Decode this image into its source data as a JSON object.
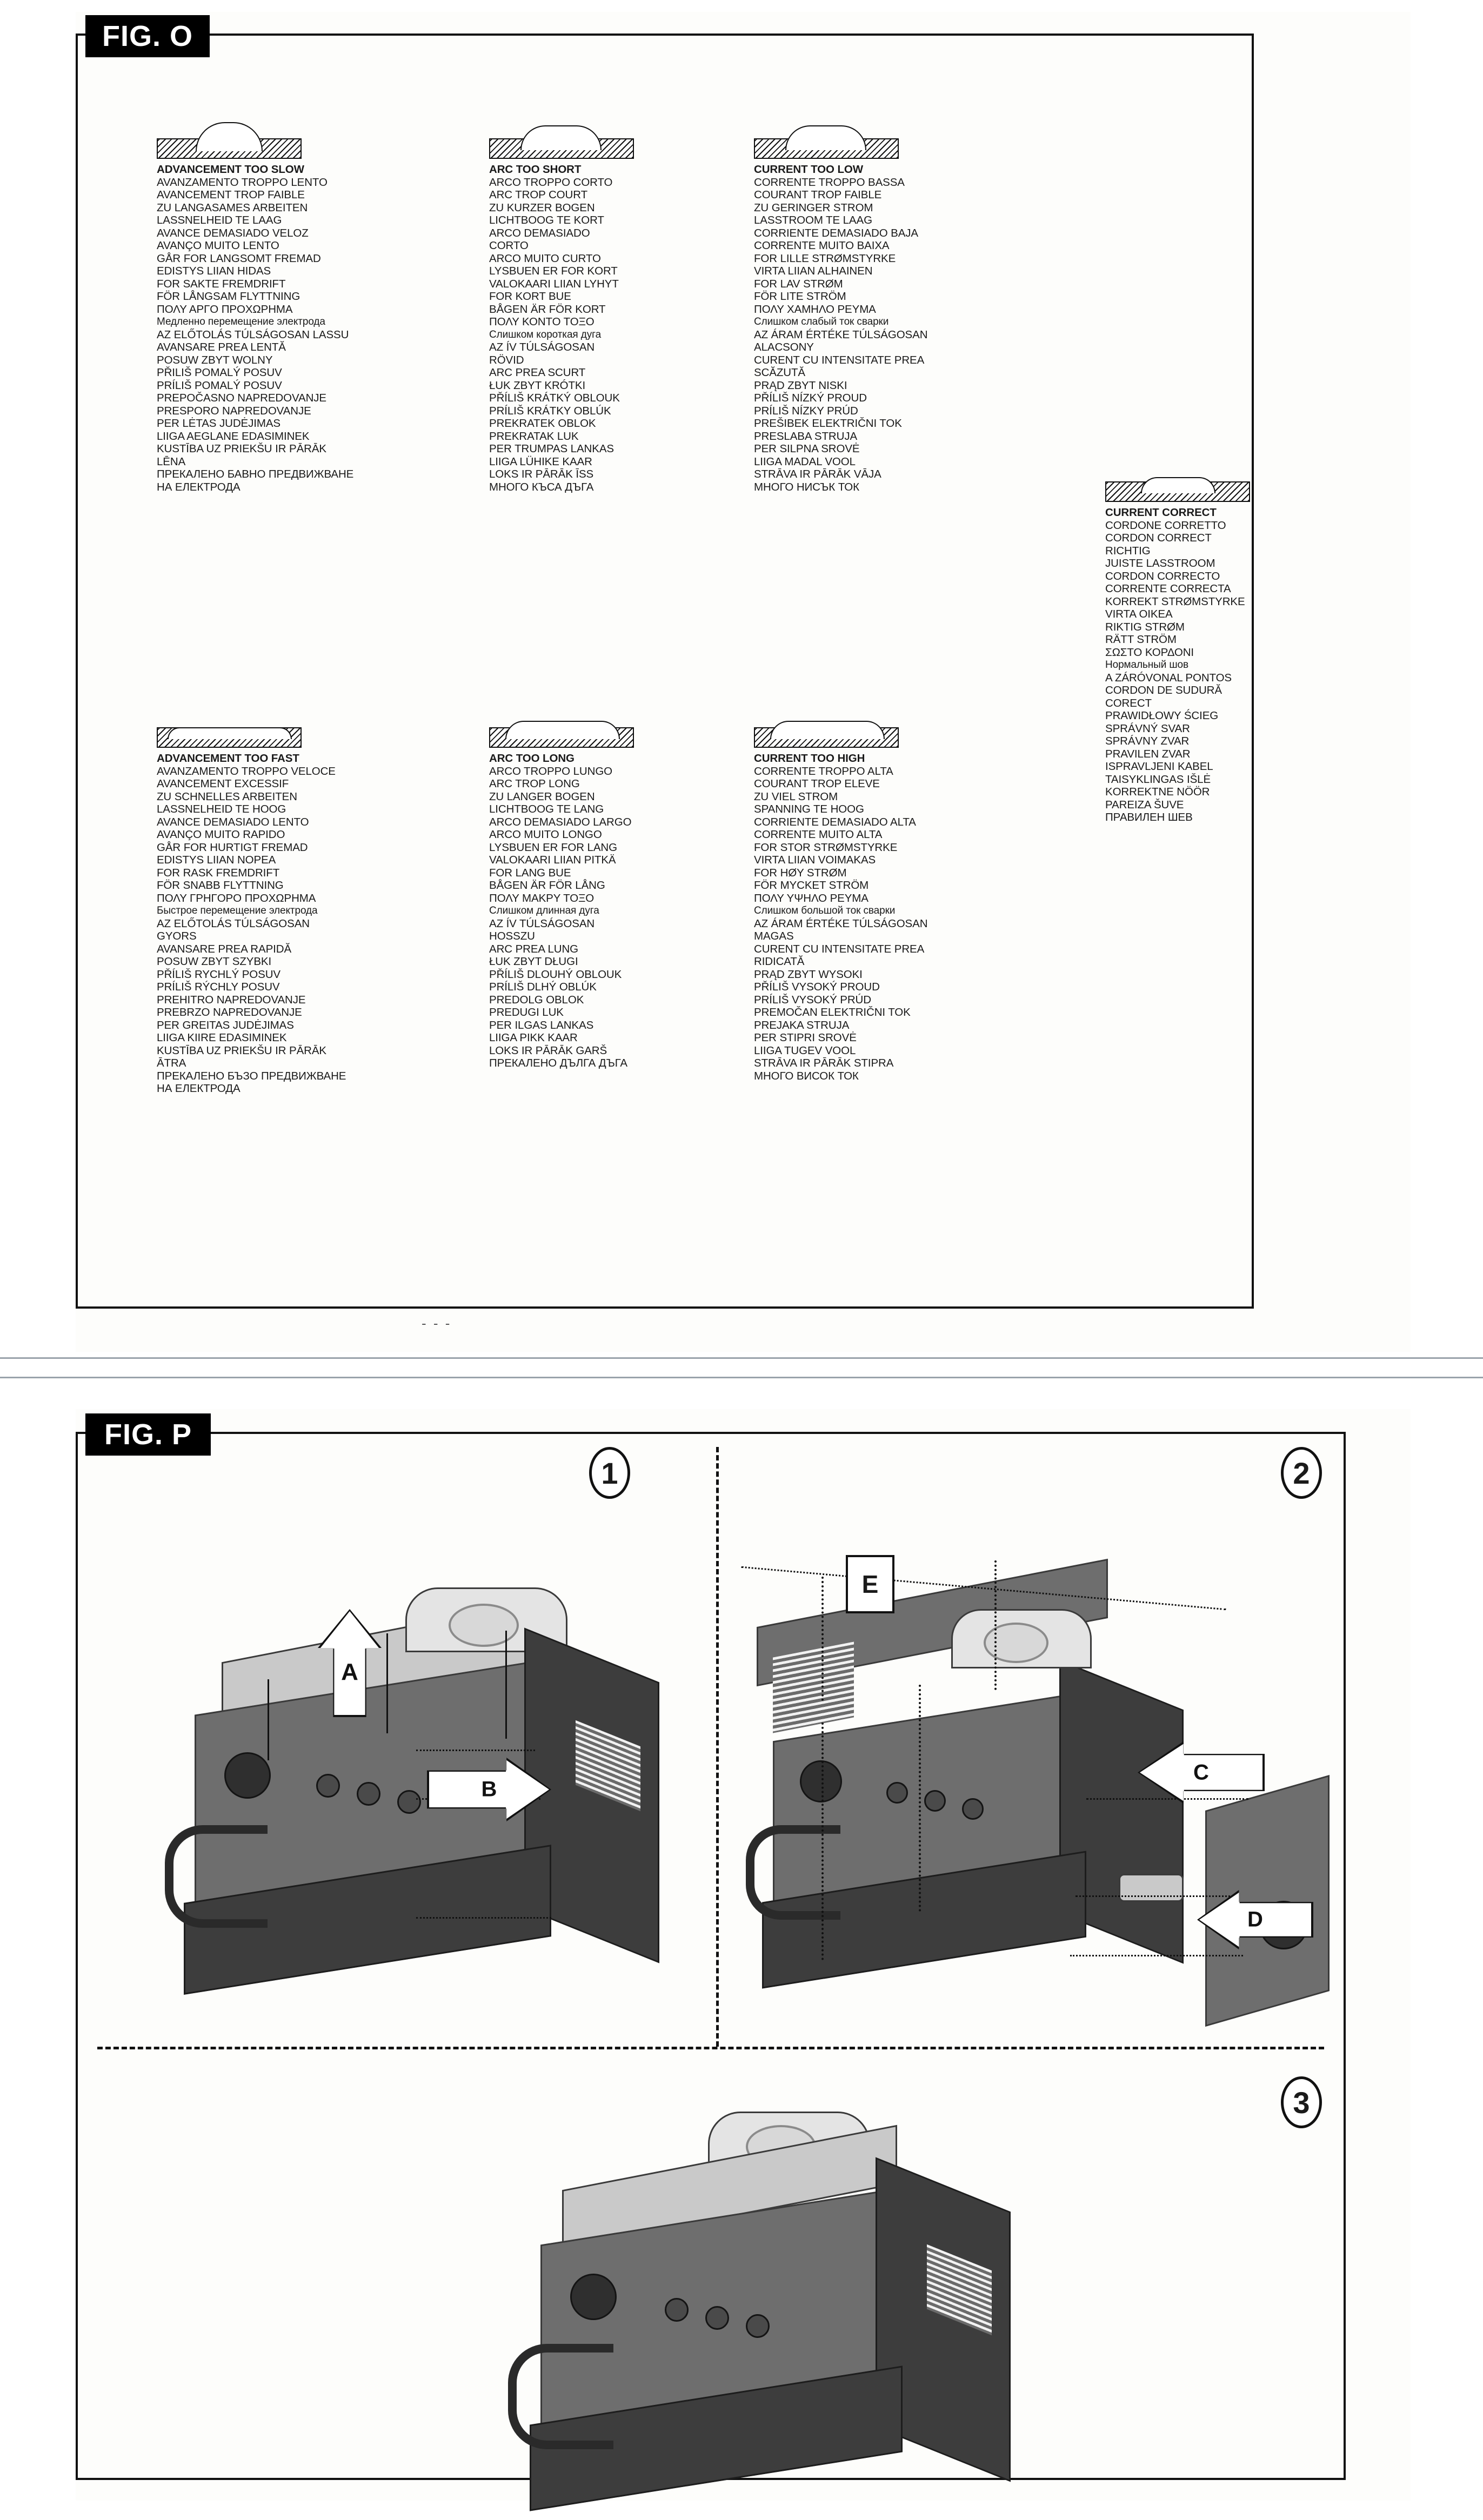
{
  "figure_o": {
    "tag": "FIG. O",
    "columns": [
      {
        "id": "advancement-too-slow",
        "icon": "weld-bead-narrow-high",
        "lines": [
          "ADVANCEMENT TOO SLOW",
          "AVANZAMENTO TROPPO LENTO",
          "AVANCEMENT TROP FAIBLE",
          "ZU LANGASAMES ARBEITEN",
          "LASSNELHEID TE LAAG",
          "AVANCE DEMASIADO VELOZ",
          "AVANÇO MUITO LENTO",
          "GÅR FOR LANGSOMT FREMAD",
          "EDISTYS LIIAN HIDAS",
          "FOR SAKTE FREMDRIFT",
          "FÖR LÅNGSAM FLYTTNING",
          "ΠΟΛΥ ΑΡΓΟ ΠΡΟΧΩΡΗΜΑ",
          "Медленно перемещение электрода",
          "AZ ELŐTOLÁS TÚLSÁGOSAN LASSU",
          "AVANSARE PREA LENTĂ",
          "POSUW ZBYT WOLNY",
          "PŘILIŠ POMALÝ POSUV",
          "PRÍLIŠ POMALÝ POSUV",
          "PREPOČASNO NAPREDOVANJE",
          "PRESPORO NAPREDOVANJE",
          "PER LĖTAS JUDĖJIMAS",
          "LIIGA AEGLANE EDASIMINEK",
          "KUSTĪBA UZ PRIEKŠU IR PĀRĀK",
          "LĒNA",
          "ПРЕКАЛЕНО БАВНО ПРЕДВИЖВАНЕ",
          "НА ЕЛЕКТРОДА"
        ]
      },
      {
        "id": "arc-too-short",
        "icon": "weld-bead-tall-narrow",
        "lines": [
          "ARC TOO SHORT",
          "ARCO TROPPO CORTO",
          "ARC TROP COURT",
          "ZU KURZER BOGEN",
          "LICHTBOOG TE KORT",
          "ARCO DEMASIADO",
          "CORTO",
          "ARCO MUITO CURTO",
          "LYSBUEN ER FOR KORT",
          "VALOKAARI LIIAN LYHYT",
          "FOR KORT BUE",
          "BÅGEN ÄR FÖR KORT",
          "ΠΟΛΥ ΚΟΝΤΟ ΤΟΞΟ",
          "Слишком короткая дуга",
          "AZ ÍV TÚLSÁGOSAN",
          "RÖVID",
          "ARC PREA SCURT",
          "ŁUK ZBYT KRÓTKI",
          "PŘÍLIŠ KRÁTKÝ OBLOUK",
          "PRÍLIŠ KRÁTKY OBLÚK",
          "PREKRATEK OBLOK",
          "PREKRATAK LUK",
          "PER TRUMPAS LANKAS",
          "LIIGA LÜHIKE KAAR",
          "LOKS IR PĀRĀK ĪSS",
          "МНОГО КЪСА ДЪГА"
        ]
      },
      {
        "id": "current-too-low",
        "icon": "weld-bead-rounded-high",
        "lines": [
          "CURRENT TOO LOW",
          "CORRENTE TROPPO BASSA",
          "COURANT TROP FAIBLE",
          "ZU GERINGER STROM",
          "LASSTROOM TE LAAG",
          "CORRIENTE DEMASIADO BAJA",
          "CORRENTE MUITO BAIXA",
          "FOR LILLE STRØMSTYRKE",
          "VIRTA LIIAN ALHAINEN",
          "FOR LAV STRØM",
          "FÖR LITE STRÖM",
          "ΠΟΛΥ ΧΑΜΗΛΟ ΡΕΥΜΑ",
          "Слишком слабый ток сварки",
          "AZ ÁRAM ÉRTÉKE TÚLSÁGOSAN",
          "ALACSONY",
          "CURENT CU INTENSITATE PREA",
          "SCĂZUTĂ",
          "PRĄD ZBYT NISKI",
          "PŘÍLIŠ NÍZKÝ PROUD",
          "PRÍLIŠ NÍZKY PRÚD",
          "PREŠIBEK ELEKTRIČNI TOK",
          "PRESLABA STRUJA",
          "PER SILPNA SROVĖ",
          "LIIGA MADAL VOOL",
          "STRĀVA IR PĀRĀK VĀJA",
          "МНОГО НИСЪК ТОК"
        ]
      },
      {
        "id": "current-correct",
        "icon": "weld-bead-correct",
        "lines": [
          "CURRENT CORRECT",
          "CORDONE CORRETTO",
          "CORDON CORRECT",
          "RICHTIG",
          "JUISTE LASSTROOM",
          "CORDON CORRECTO",
          "CORRENTE CORRECTA",
          "KORREKT STRØMSTYRKE",
          "VIRTA OIKEA",
          "RIKTIG STRØM",
          "RÄTT STRÖM",
          "ΣΩΣΤΟ ΚΟΡΔΟΝΙ",
          "Нормальный шов",
          "A ZÁRÓVONAL PONTOS",
          "CORDON DE SUDURĂ",
          "CORECT",
          "PRAWIDŁOWY ŚCIEG",
          "SPRÁVNÝ SVAR",
          "SPRÁVNY ZVAR",
          "PRAVILEN ZVAR",
          "ISPRAVLJENI KABEL",
          "TAISYKLINGAS IŠLĖ",
          "KORREKTNE NÖÖR",
          "PAREIZA ŠUVE",
          "ПРАВИЛЕН ШЕВ"
        ]
      },
      {
        "id": "advancement-too-fast",
        "icon": "weld-bead-wide-flat",
        "lines": [
          "ADVANCEMENT TOO FAST",
          "AVANZAMENTO TROPPO VELOCE",
          "AVANCEMENT EXCESSIF",
          "ZU SCHNELLES ARBEITEN",
          "LASSNELHEID TE HOOG",
          "AVANCE DEMASIADO LENTO",
          "AVANÇO MUITO RAPIDO",
          "GÅR FOR HURTIGT FREMAD",
          "EDISTYS LIIAN NOPEA",
          "FOR RASK FREMDRIFT",
          "FÖR SNABB FLYTTNING",
          "ΠΟΛΥ ΓΡΗΓΟΡΟ ΠΡΟΧΩΡΗΜΑ",
          "Быстрое перемещение электрода",
          "AZ ELŐTOLÁS TÚLSÁGOSAN",
          "GYORS",
          "AVANSARE PREA RAPIDĂ",
          "POSUW ZBYT SZYBKI",
          "PŘÍLIŠ RYCHLÝ POSUV",
          "PRÍLIŠ RÝCHLY POSUV",
          "PREHITRO NAPREDOVANJE",
          "PREBRZO NAPREDOVANJE",
          "PER GREITAS JUDĖJIMAS",
          "LIIGA KIIRE EDASIMINEK",
          "KUSTĪBA UZ PRIEKŠU IR PĀRĀK",
          "ĀTRA",
          "ПРЕКАЛЕНО БЪЗО ПРЕДВИЖВАНЕ",
          "НА ЕЛЕКТРОДА"
        ]
      },
      {
        "id": "arc-too-long",
        "icon": "weld-bead-long-flat",
        "lines": [
          "ARC TOO LONG",
          "ARCO TROPPO LUNGO",
          "ARC TROP LONG",
          "ZU LANGER BOGEN",
          "LICHTBOOG TE LANG",
          "ARCO DEMASIADO LARGO",
          "ARCO MUITO LONGO",
          "LYSBUEN ER FOR LANG",
          "VALOKAARI LIIAN PITKÄ",
          "FOR LANG BUE",
          "BÅGEN ÄR FÖR LÅNG",
          "ΠΟΛΥ ΜΑΚΡΥ ΤΟΞΟ",
          "Слишком длинная дуга",
          "AZ ÍV TÚLSÁGOSAN",
          "HOSSZU",
          "ARC PREA LUNG",
          "ŁUK ZBYT DŁUGI",
          "PŘÍLIŠ DLOUHÝ OBLOUK",
          "PRÍLIŠ DLHÝ OBLÚK",
          "PREDOLG OBLOK",
          "PREDUGI LUK",
          "PER ILGAS LANKAS",
          "LIIGA PIKK KAAR",
          "LOKS IR PĀRĀK GARŠ",
          "ПРЕКАЛЕНО ДЪЛГА ДЪГА"
        ]
      },
      {
        "id": "current-too-high",
        "icon": "weld-bead-spatter",
        "lines": [
          "CURRENT TOO HIGH",
          "CORRENTE TROPPO ALTA",
          "COURANT TROP ELEVE",
          "ZU VIEL STROM",
          "SPANNING TE HOOG",
          "CORRIENTE DEMASIADO ALTA",
          "CORRENTE MUITO ALTA",
          "FOR STOR STRØMSTYRKE",
          "VIRTA LIIAN VOIMAKAS",
          "FOR HØY STRØM",
          "FÖR MYCKET STRÖM",
          "ΠΟΛΥ ΥΨΗΛΟ ΡΕΥΜΑ",
          "Слишком большой ток сварки",
          "AZ ÁRAM ÉRTÉKE TÚLSÁGOSAN",
          "MAGAS",
          "CURENT CU INTENSITATE PREA",
          "RIDICATĂ",
          "PRĄD ZBYT WYSOKI",
          "PŘÍLIŠ VYSOKÝ PROUD",
          "PRÍLIŠ VYSOKÝ PRÚD",
          "PREMOČAN ELEKTRIČNI TOK",
          "PREJAKA STRUJA",
          "PER STIPRI SROVĖ",
          "LIIGA TUGEV VOOL",
          "STRĀVA IR PĀRĀK STIPRA",
          "МНОГО ВИСОК ТОК"
        ]
      }
    ],
    "footer_marks": "- - -"
  },
  "figure_p": {
    "tag": "FIG. P",
    "panels": [
      {
        "number": "1",
        "callouts": [
          "A",
          "B"
        ]
      },
      {
        "number": "2",
        "callouts": [
          "E",
          "C",
          "D"
        ]
      },
      {
        "number": "3",
        "callouts": []
      }
    ],
    "callout_labels": {
      "a": "A",
      "b": "B",
      "c": "C",
      "d": "D",
      "e": "E"
    }
  },
  "colors": {
    "tag_background": "#000000",
    "tag_text": "#ffffff",
    "page_background": "#ffffff",
    "sheet_background": "#fdfdfb",
    "rule": "#9aa3ab",
    "ink": "#1a1a1a"
  }
}
